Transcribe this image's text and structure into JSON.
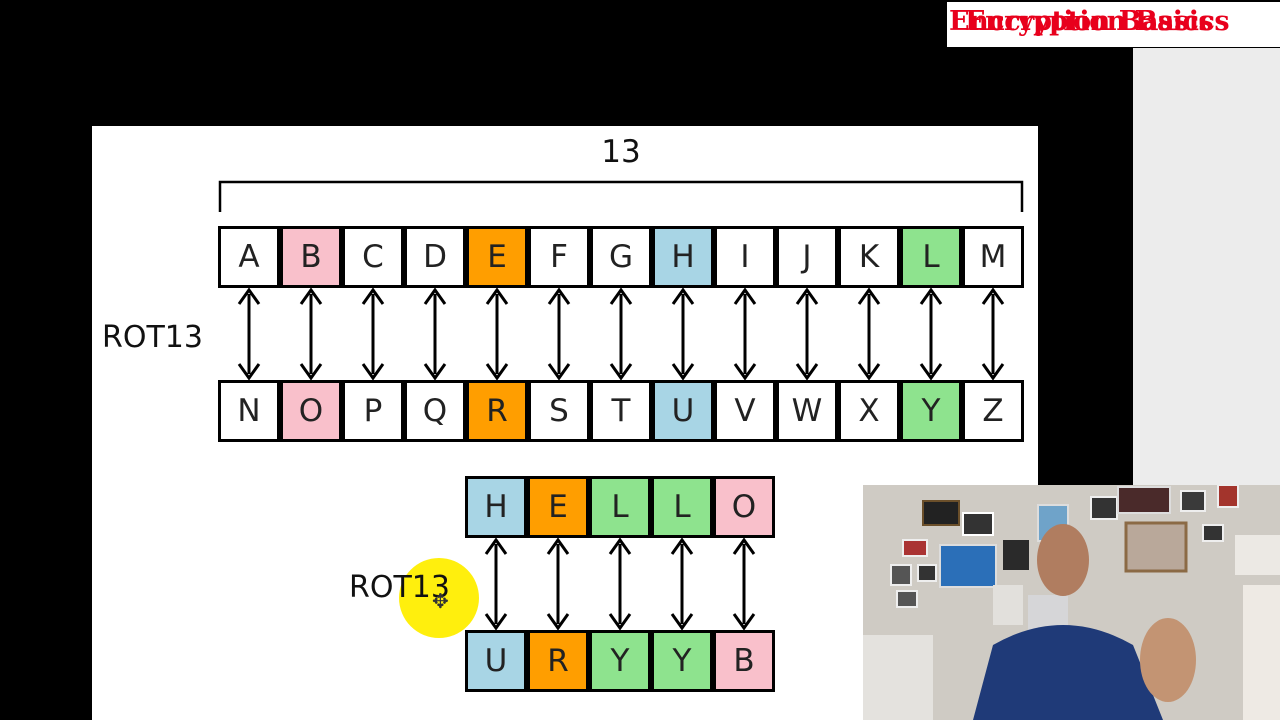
{
  "window": {
    "title": "Encryption Basics"
  },
  "slide": {
    "shift_amount": "13",
    "rot_label_top": "ROT13",
    "rot_label_bottom": "ROT13",
    "top_row": [
      "A",
      "B",
      "C",
      "D",
      "E",
      "F",
      "G",
      "H",
      "I",
      "J",
      "K",
      "L",
      "M"
    ],
    "bottom_row": [
      "N",
      "O",
      "P",
      "Q",
      "R",
      "S",
      "T",
      "U",
      "V",
      "W",
      "X",
      "Y",
      "Z"
    ],
    "cipher_top_colors": [
      "#ffffff",
      "#f9c0cb",
      "#ffffff",
      "#ffffff",
      "#ff9e00",
      "#ffffff",
      "#ffffff",
      "#a8d5e5",
      "#ffffff",
      "#ffffff",
      "#ffffff",
      "#8ee38e",
      "#ffffff"
    ],
    "example_plain": [
      "H",
      "E",
      "L",
      "L",
      "O"
    ],
    "example_cipher": [
      "U",
      "R",
      "Y",
      "Y",
      "B"
    ],
    "example_colors": [
      "#a8d5e5",
      "#ff9e00",
      "#8ee38e",
      "#8ee38e",
      "#f9c0cb"
    ]
  },
  "colors": {
    "pink": "#f9c0cb",
    "orange": "#ff9e00",
    "blue": "#a8d5e5",
    "green": "#8ee38e",
    "title": "#e8001c",
    "highlight": "#ffee00"
  },
  "icons": {
    "cursor": "move-cursor-icon"
  }
}
